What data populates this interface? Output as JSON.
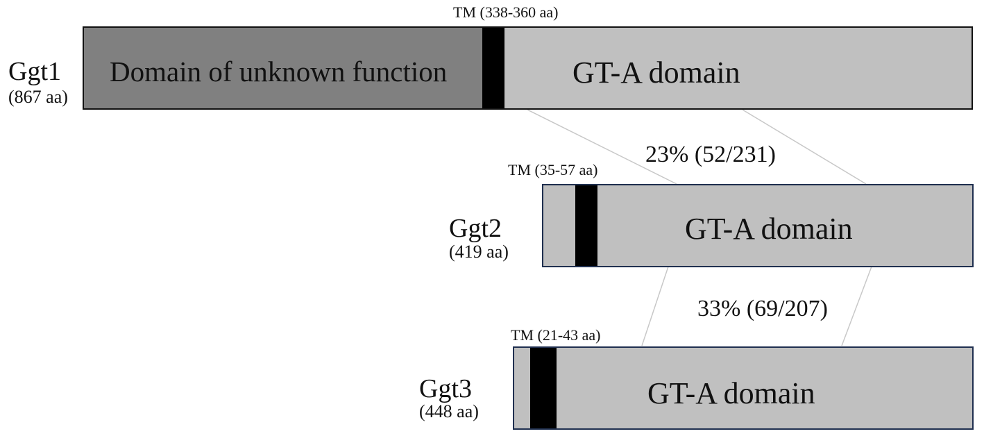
{
  "proteins": [
    {
      "name": "Ggt1",
      "length": "(867 aa)",
      "tm": "TM (338-360 aa)",
      "domains": [
        "Domain of unknown function",
        "GT-A domain"
      ]
    },
    {
      "name": "Ggt2",
      "length": "(419 aa)",
      "tm": "TM (35-57 aa)",
      "domains": [
        "GT-A domain"
      ]
    },
    {
      "name": "Ggt3",
      "length": "(448 aa)",
      "tm": "TM (21-43 aa)",
      "domains": [
        "GT-A domain"
      ]
    }
  ],
  "identities": [
    {
      "pair": "Ggt1-Ggt2",
      "label": "23% (52/231)"
    },
    {
      "pair": "Ggt2-Ggt3",
      "label": "33% (69/207)"
    }
  ],
  "colors": {
    "unknown_domain": "#808080",
    "gta_domain": "#c0c0c0",
    "tm_segment": "#000000",
    "border_ggt1": "#111111",
    "border_gta": "#1f2f4f",
    "connector": "#c8c8c8"
  }
}
